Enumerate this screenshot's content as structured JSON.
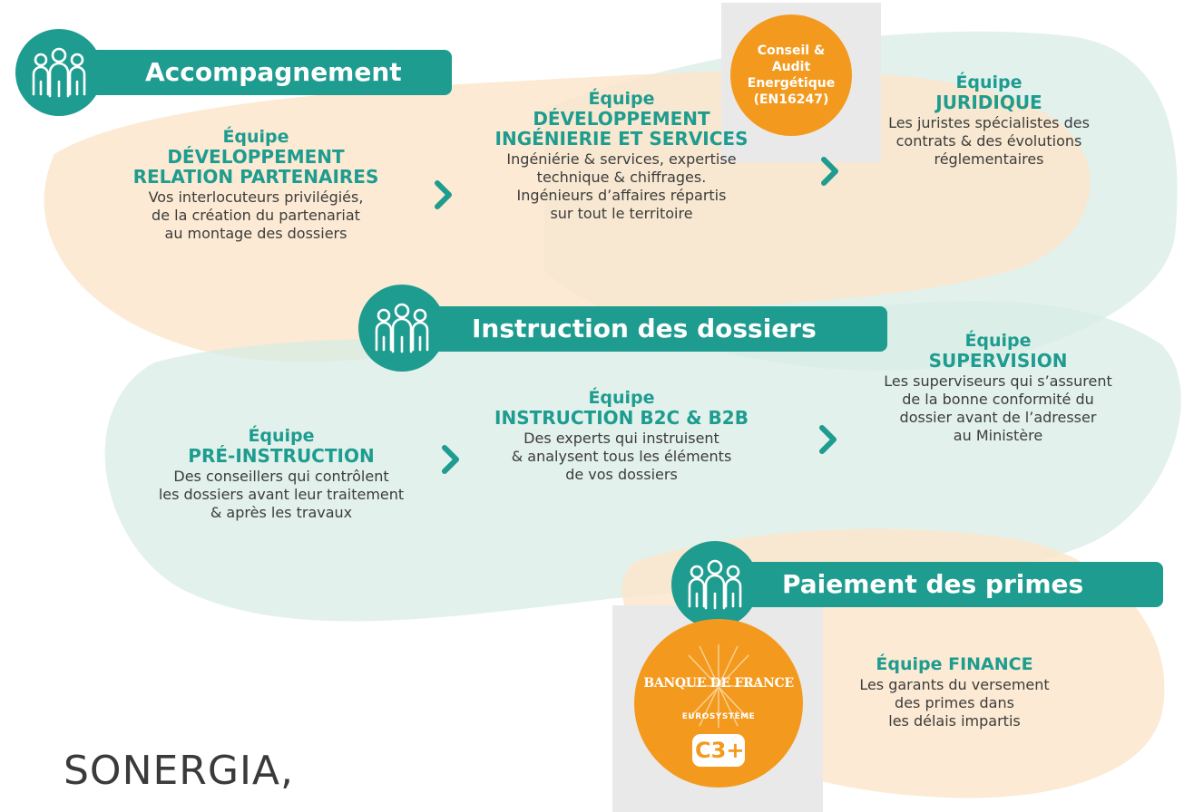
{
  "top_text_cut": "",
  "sections": {
    "accompagnement": {
      "title": "Accompagnement",
      "icon": "people-group-icon"
    },
    "instruction": {
      "title": "Instruction des dossiers",
      "icon": "people-group-icon"
    },
    "paiement": {
      "title": "Paiement des primes",
      "icon": "people-group-icon"
    }
  },
  "teams": {
    "relation_partenaires": {
      "kicker": "Équipe",
      "name": "DÉVELOPPEMENT\nRELATION PARTENAIRES",
      "desc": "Vos interlocuteurs privilégiés,\nde la création du partenariat\nau montage des dossiers"
    },
    "ingenierie": {
      "kicker": "Équipe",
      "name": "DÉVELOPPEMENT\nINGÉNIERIE ET SERVICES",
      "desc": "Ingéniérie & services, expertise\ntechnique  & chiffrages.\nIngénieurs d’affaires répartis\nsur tout le territoire"
    },
    "juridique": {
      "kicker": "Équipe",
      "name": "JURIDIQUE",
      "desc": "Les juristes spécialistes des\ncontrats & des évolutions\nréglementaires"
    },
    "pre_instruction": {
      "kicker": "Équipe",
      "name": "PRÉ-INSTRUCTION",
      "desc": "Des conseillers qui contrôlent\nles dossiers avant leur traitement\n& après les travaux"
    },
    "instruction_b2c": {
      "kicker": "Équipe",
      "name": "INSTRUCTION B2C & B2B",
      "desc": "Des experts qui instruisent\n& analysent tous les éléments\nde vos dossiers"
    },
    "supervision": {
      "kicker": "Équipe",
      "name": "SUPERVISION",
      "desc": "Les superviseurs qui s’assurent\nde la bonne conformité du\ndossier avant de l’adresser\nau Ministère"
    },
    "finance": {
      "kicker": "Équipe FINANCE",
      "name": "",
      "desc": "Les garants du versement\ndes primes dans\nles délais impartis"
    }
  },
  "audit_badge": "Conseil &\nAudit\nEnergétique\n(EN16247)",
  "bdf_badge": {
    "bank": "BANQUE DE FRANCE",
    "eurosystem": "EUROSYSTÈME",
    "rating": "C3+"
  },
  "footer": {
    "title": "SONERGIA,",
    "subtitle": ""
  },
  "colors": {
    "teal": "#1e9c8f",
    "orange": "#f39a1e",
    "blob_peach": "#fbe6cd",
    "blob_mint": "#d8ece6",
    "text": "#3c3c3c"
  }
}
